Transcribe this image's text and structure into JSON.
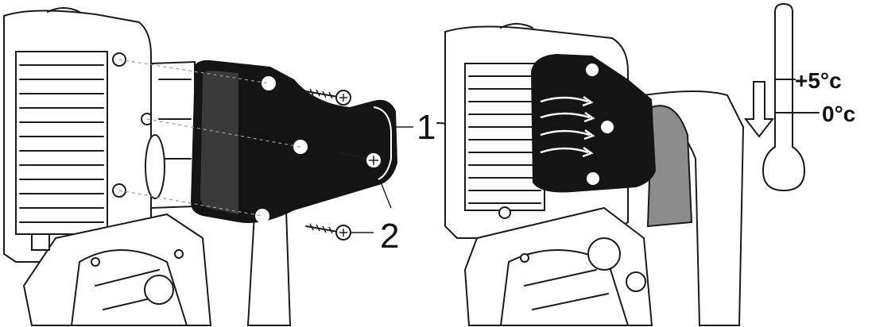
{
  "callouts": {
    "part_1": "1",
    "part_2": "2"
  },
  "thermometer": {
    "upper_mark": "+5°c",
    "lower_mark": "0°c"
  },
  "colors": {
    "plate": "#141414",
    "line": "#1a1a1a",
    "background": "#ffffff",
    "shade": "#8c8c8c"
  }
}
